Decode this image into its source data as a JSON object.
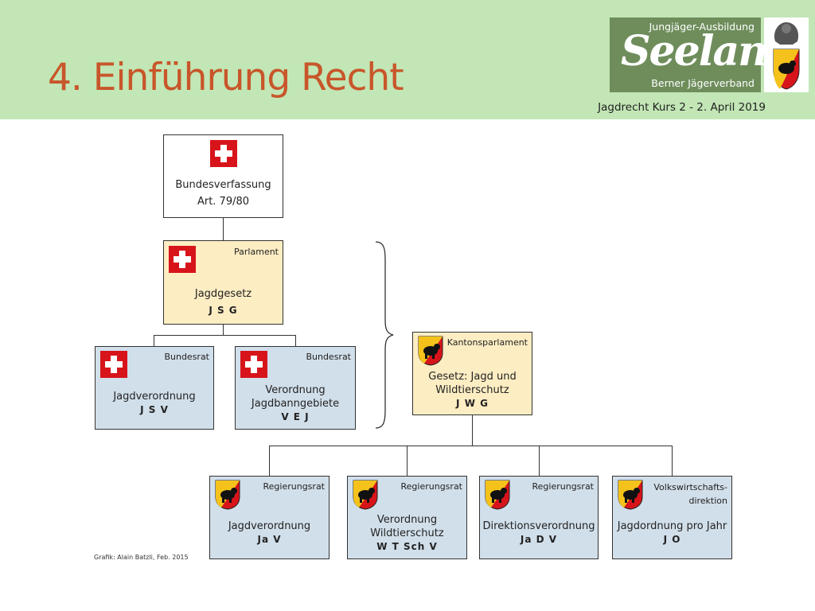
{
  "header": {
    "title": "4. Einführung Recht",
    "logo_top": "Jungjäger-Ausbildung",
    "logo_main": "Seeland",
    "logo_sub": "Berner Jägerverband",
    "course": "Jagdrecht Kurs 2 - 2. April 2019"
  },
  "boxes": {
    "bv": {
      "line1": "Bundesverfassung",
      "line2": "Art. 79/80"
    },
    "jsg": {
      "label": "Parlament",
      "name": "Jagdgesetz",
      "abbr": "J S G"
    },
    "jsv": {
      "label": "Bundesrat",
      "name": "Jagdverordnung",
      "abbr": "J S V"
    },
    "vej": {
      "label": "Bundesrat",
      "line1": "Verordnung",
      "line2": "Jagdbanngebiete",
      "abbr": "V E J"
    },
    "jwg": {
      "label": "Kantonsparlament",
      "line1": "Gesetz: Jagd und",
      "line2": "Wildtierschutz",
      "abbr": "J W G"
    },
    "jav": {
      "label": "Regierungsrat",
      "name": "Jagdverordnung",
      "abbr": "Ja V"
    },
    "wtschv": {
      "label": "Regierungsrat",
      "line1": "Verordnung",
      "line2": "Wildtierschutz",
      "abbr": "W T Sch V"
    },
    "jadv": {
      "label": "Regierungsrat",
      "name": "Direktionsverordnung",
      "abbr": "Ja D V"
    },
    "jo": {
      "label1": "Volkswirtschafts-",
      "label2": "direktion",
      "name": "Jagdordnung pro Jahr",
      "abbr": "J O"
    }
  },
  "credit": "Grafik: Alain Batzli, Feb. 2015",
  "colors": {
    "header_bg": "#c2e6b5",
    "title": "#c8562a",
    "federal_box": "#fdedc3",
    "ordinance_box": "#d1dfea",
    "swiss_red": "#d7141a"
  },
  "icons": [
    "swiss-flag-icon",
    "bern-coat-of-arms-icon",
    "curly-brace-icon"
  ]
}
